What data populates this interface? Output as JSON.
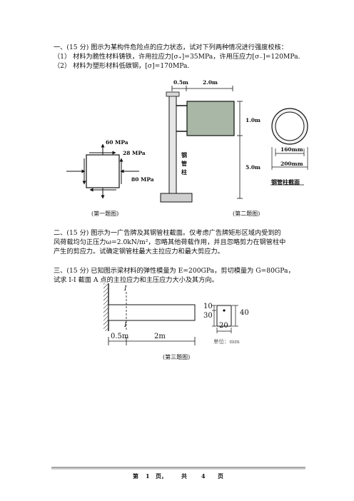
{
  "q1": {
    "title": "一、(15 分) 图示为某构件危险点的应力状态，试对下列两种情况进行强度校核：",
    "item1": "（1） 材料为脆性材料铸铁，许用拉应力[σ₊]=35MPa，许用压应力[σ₋]=120MPa.",
    "item2": "（2） 材料为塑形材料低碳钢，[σ]=170MPa.",
    "stress_60": "60 MPa",
    "stress_28": "28 MPa",
    "stress_80": "80 MPa",
    "caption": "(第一题图)"
  },
  "q2": {
    "dim_05": "0.5m",
    "dim_20": "2.0m",
    "dim_10": "1.0m",
    "dim_50": "5.0m",
    "column_label": [
      "钢",
      "管",
      "柱"
    ],
    "d_inner": "160mm",
    "d_outer": "200mm",
    "section_label": "钢管柱截面",
    "caption": "(第二题图)",
    "line1": "二、(15 分) 图示为一广告牌及其钢管柱截面。仅考虑广告牌矩形区域内受到的",
    "line2": "风荷载均匀正压力ω=2.0kN/m²，忽略其他荷载作用，并且忽略剪力在钢管柱中",
    "line3": "产生的剪应力。试确定钢管柱最大主拉应力和最大剪应力。"
  },
  "q3": {
    "line1": "三、(15 分) 已知图示梁材料的弹性模量为 E=200GPa，剪切模量为 G=80GPa，",
    "line2": "试求 I-I 截面 A 点的主拉应力和主压应力大小及其方向。",
    "section_top": "I",
    "section_bottom": "I",
    "dim_05": "0.5m",
    "dim_2": "2m",
    "dim_10": "10",
    "dim_30": "30",
    "dim_40": "40",
    "dim_20": "20",
    "unit": "单位：mm",
    "caption": "(第三题图)"
  },
  "footer": {
    "di": "第",
    "page": "1",
    "ye": "页，",
    "gong": "共",
    "total": "4",
    "ye2": "页"
  }
}
